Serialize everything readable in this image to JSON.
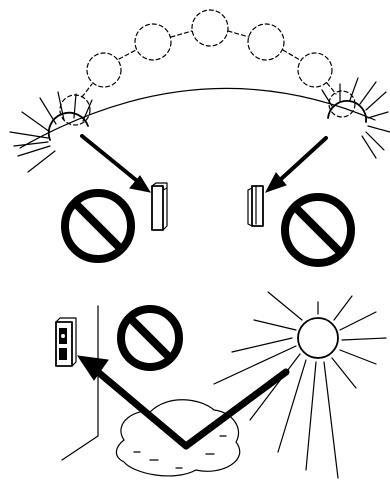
{
  "diagram": {
    "top_scene": {
      "sun_path": {
        "style": "dashed",
        "circles": 7
      },
      "left_device": {
        "icon": "sensor-device-icon",
        "prohibited": true
      },
      "right_device": {
        "icon": "sensor-device-icon",
        "prohibited": true
      }
    },
    "bottom_scene": {
      "device": {
        "icon": "sensor-device-icon",
        "prohibited": true
      },
      "light_source": "sun-icon",
      "reflection": "puddle-reflection"
    },
    "colors": {
      "ink": "#000000",
      "background": "#ffffff",
      "device_fill": "#ffffff"
    }
  }
}
